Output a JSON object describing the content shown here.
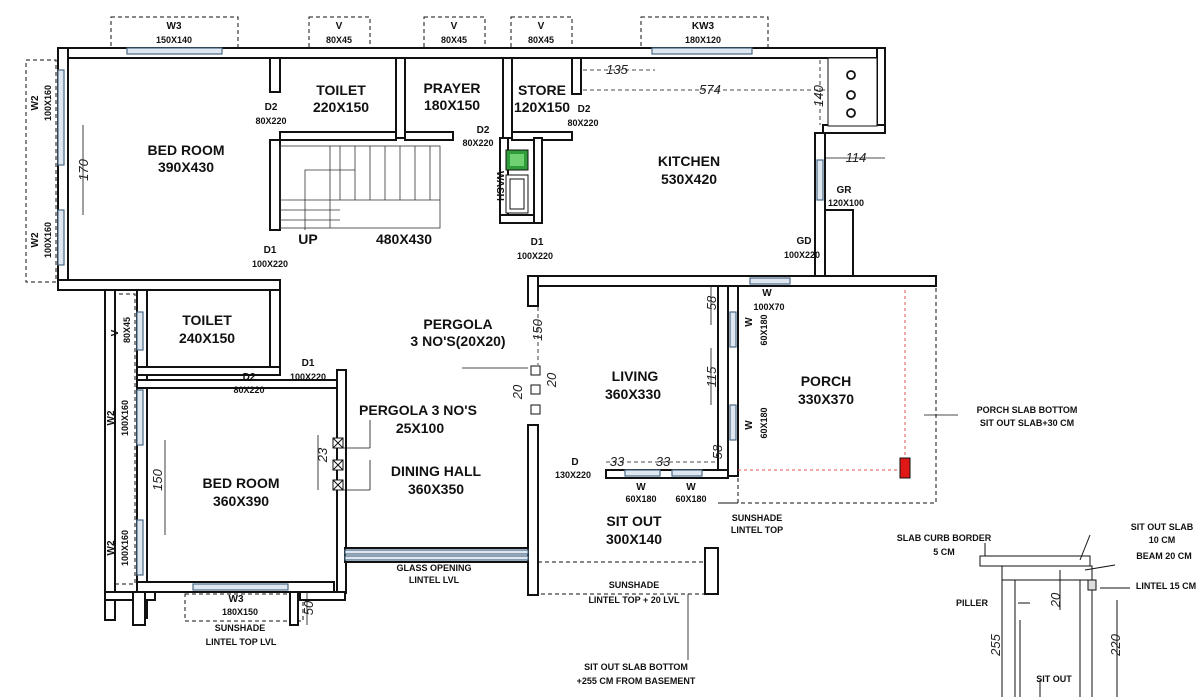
{
  "labels": {
    "w3_top": "W3",
    "w3_top_size": "150X140",
    "v1": "V",
    "v1_size": "80X45",
    "v2": "V",
    "v2_size": "80X45",
    "v3": "V",
    "v3_size": "80X45",
    "kw3": "KW3",
    "kw3_size": "180X120",
    "w2_a": "W2",
    "w2_a_size": "100X160",
    "w2_b": "W2",
    "w2_b_size": "100X160",
    "toilet1": "TOILET",
    "toilet1_size": "220X150",
    "prayer": "PRAYER",
    "prayer_size": "180X150",
    "store": "STORE",
    "store_size": "120X150",
    "d2_a": "D2",
    "d2_a_size": "80X220",
    "d2_b": "D2",
    "d2_b_size": "80X220",
    "d2_c": "D2",
    "d2_c_size": "80X220",
    "dim_135": "135",
    "dim_574": "574",
    "dim_140": "140",
    "dim_114": "114",
    "bedroom1": "BED ROOM",
    "bedroom1_size": "390X430",
    "dim_170": "170",
    "kitchen": "KITCHEN",
    "kitchen_size": "530X420",
    "wash": "WASH",
    "gr": "GR",
    "gr_size": "120X100",
    "gd": "GD",
    "gd_size": "100X220",
    "up": "UP",
    "stair_size": "480X430",
    "d1_a": "D1",
    "d1_a_size": "100X220",
    "d1_b": "D1",
    "d1_b_size": "100X220",
    "d1_c": "D1",
    "d1_c_size": "100X220",
    "toilet2": "TOILET",
    "toilet2_size": "240X150",
    "v4": "V",
    "v4_size": "80X45",
    "pergola": "PERGOLA",
    "pergola_nos": "3 NO'S(20X20)",
    "dim_150a": "150",
    "dim_20a": "20",
    "dim_20b": "20",
    "dim_58a": "58",
    "dim_115": "115",
    "dim_58b": "58",
    "w_100x70": "W",
    "w_100x70_size": "100X70",
    "w_60x180a": "W",
    "w_60x180a_size": "60X180",
    "w_60x180b": "W",
    "w_60x180b_size": "60X180",
    "living": "LIVING",
    "living_size": "360X330",
    "porch": "PORCH",
    "porch_size": "330X370",
    "porch_note1": "PORCH SLAB BOTTOM",
    "porch_note2": "SIT OUT SLAB+30  CM",
    "d2_d": "D2",
    "d2_d_size": "80X220",
    "pergola2": "PERGOLA 3 NO'S",
    "pergola2_size": "25X100",
    "dim_23": "23",
    "dining": "DINING HALL",
    "dining_size": "360X350",
    "bedroom2": "BED ROOM",
    "bedroom2_size": "360X390",
    "dim_150b": "150",
    "w2_c": "W2",
    "w2_c_size": "100X160",
    "w2_d": "W2",
    "w2_d_size": "100X160",
    "d_door": "D",
    "d_door_size": "130X220",
    "dim_33a": "33",
    "dim_33b": "33",
    "w_bot_a": "W",
    "w_bot_a_size": "60X180",
    "w_bot_b": "W",
    "w_bot_b_size": "60X180",
    "sitout": "SIT OUT",
    "sitout_size": "300X140",
    "sunshade1": "SUNSHADE",
    "sunshade1_b": "LINTEL TOP",
    "glass1": "GLASS OPENING",
    "glass2": "LINTEL LVL",
    "sunshade2": "SUNSHADE",
    "sunshade2_b": "LINTEL TOP + 20 LVL",
    "w3_bot": "W3",
    "w3_bot_size": "180X150",
    "sunshade3": "SUNSHADE",
    "sunshade3_b": "LINTEL TOP LVL",
    "dim_50": "50",
    "sitout_note1": "SIT OUT SLAB BOTTOM",
    "sitout_note2": "+255 CM FROM BASEMENT",
    "sec_curb1": "SLAB CURB BORDER",
    "sec_curb2": "5 CM",
    "sec_slab1": "SIT OUT SLAB",
    "sec_slab2": "10 CM",
    "sec_beam": "BEAM 20  CM",
    "sec_lintel": "LINTEL  15 CM",
    "sec_piller": "PILLER",
    "sec_20": "20",
    "sec_255": "255",
    "sec_220": "220",
    "sec_sitout": "SIT OUT"
  },
  "colors": {
    "wash_basin": "#2e9d3a",
    "porch_column": "#e01818",
    "window": "#dfe8f0",
    "porch_dash": "#e05050"
  }
}
